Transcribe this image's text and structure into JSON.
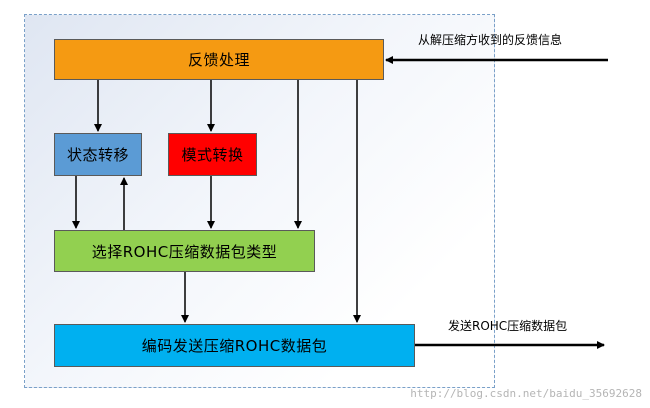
{
  "nodes": {
    "feedback": "反馈处理",
    "state_transition": "状态转移",
    "mode_transition": "模式转换",
    "select_packet_type": "选择ROHC压缩数据包类型",
    "encode_send": "编码发送压缩ROHC数据包"
  },
  "labels": {
    "input": "从解压缩方收到的反馈信息",
    "output": "发送ROHC压缩数据包"
  },
  "watermark": "http://blog.csdn.net/baidu_35692628",
  "colors": {
    "feedback": "#f59a12",
    "state_transition": "#5b9bd5",
    "mode_transition": "#ff0000",
    "select_packet_type": "#92d050",
    "encode_send": "#00b0f0"
  }
}
